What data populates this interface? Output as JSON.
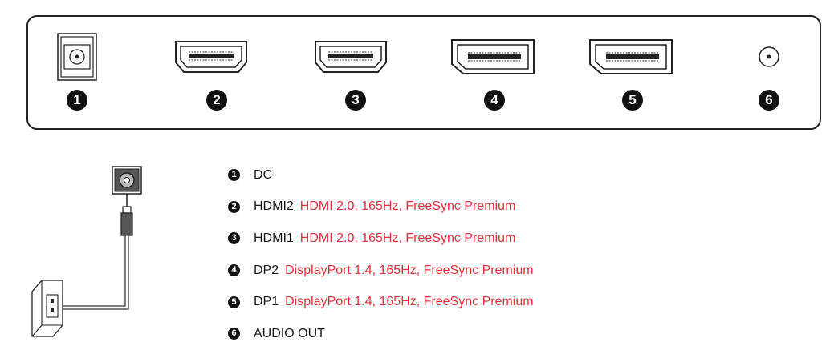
{
  "ports": [
    {
      "number": "1",
      "icon": "dc-jack-icon"
    },
    {
      "number": "2",
      "icon": "hdmi-port-icon"
    },
    {
      "number": "3",
      "icon": "hdmi-port-icon"
    },
    {
      "number": "4",
      "icon": "displayport-port-icon"
    },
    {
      "number": "5",
      "icon": "displayport-port-icon"
    },
    {
      "number": "6",
      "icon": "audio-jack-icon"
    }
  ],
  "legend": [
    {
      "number": "1",
      "name": "DC",
      "spec": ""
    },
    {
      "number": "2",
      "name": "HDMI2",
      "spec": "HDMI 2.0, 165Hz, FreeSync Premium"
    },
    {
      "number": "3",
      "name": "HDMI1",
      "spec": "HDMI 2.0, 165Hz, FreeSync Premium"
    },
    {
      "number": "4",
      "name": "DP2",
      "spec": "DisplayPort 1.4, 165Hz, FreeSync Premium"
    },
    {
      "number": "5",
      "name": "DP1",
      "spec": "DisplayPort 1.4, 165Hz, FreeSync Premium"
    },
    {
      "number": "6",
      "name": "AUDIO OUT",
      "spec": ""
    }
  ],
  "colors": {
    "spec_text": "#e0303a",
    "outline": "#222222",
    "badge": "#111111"
  }
}
